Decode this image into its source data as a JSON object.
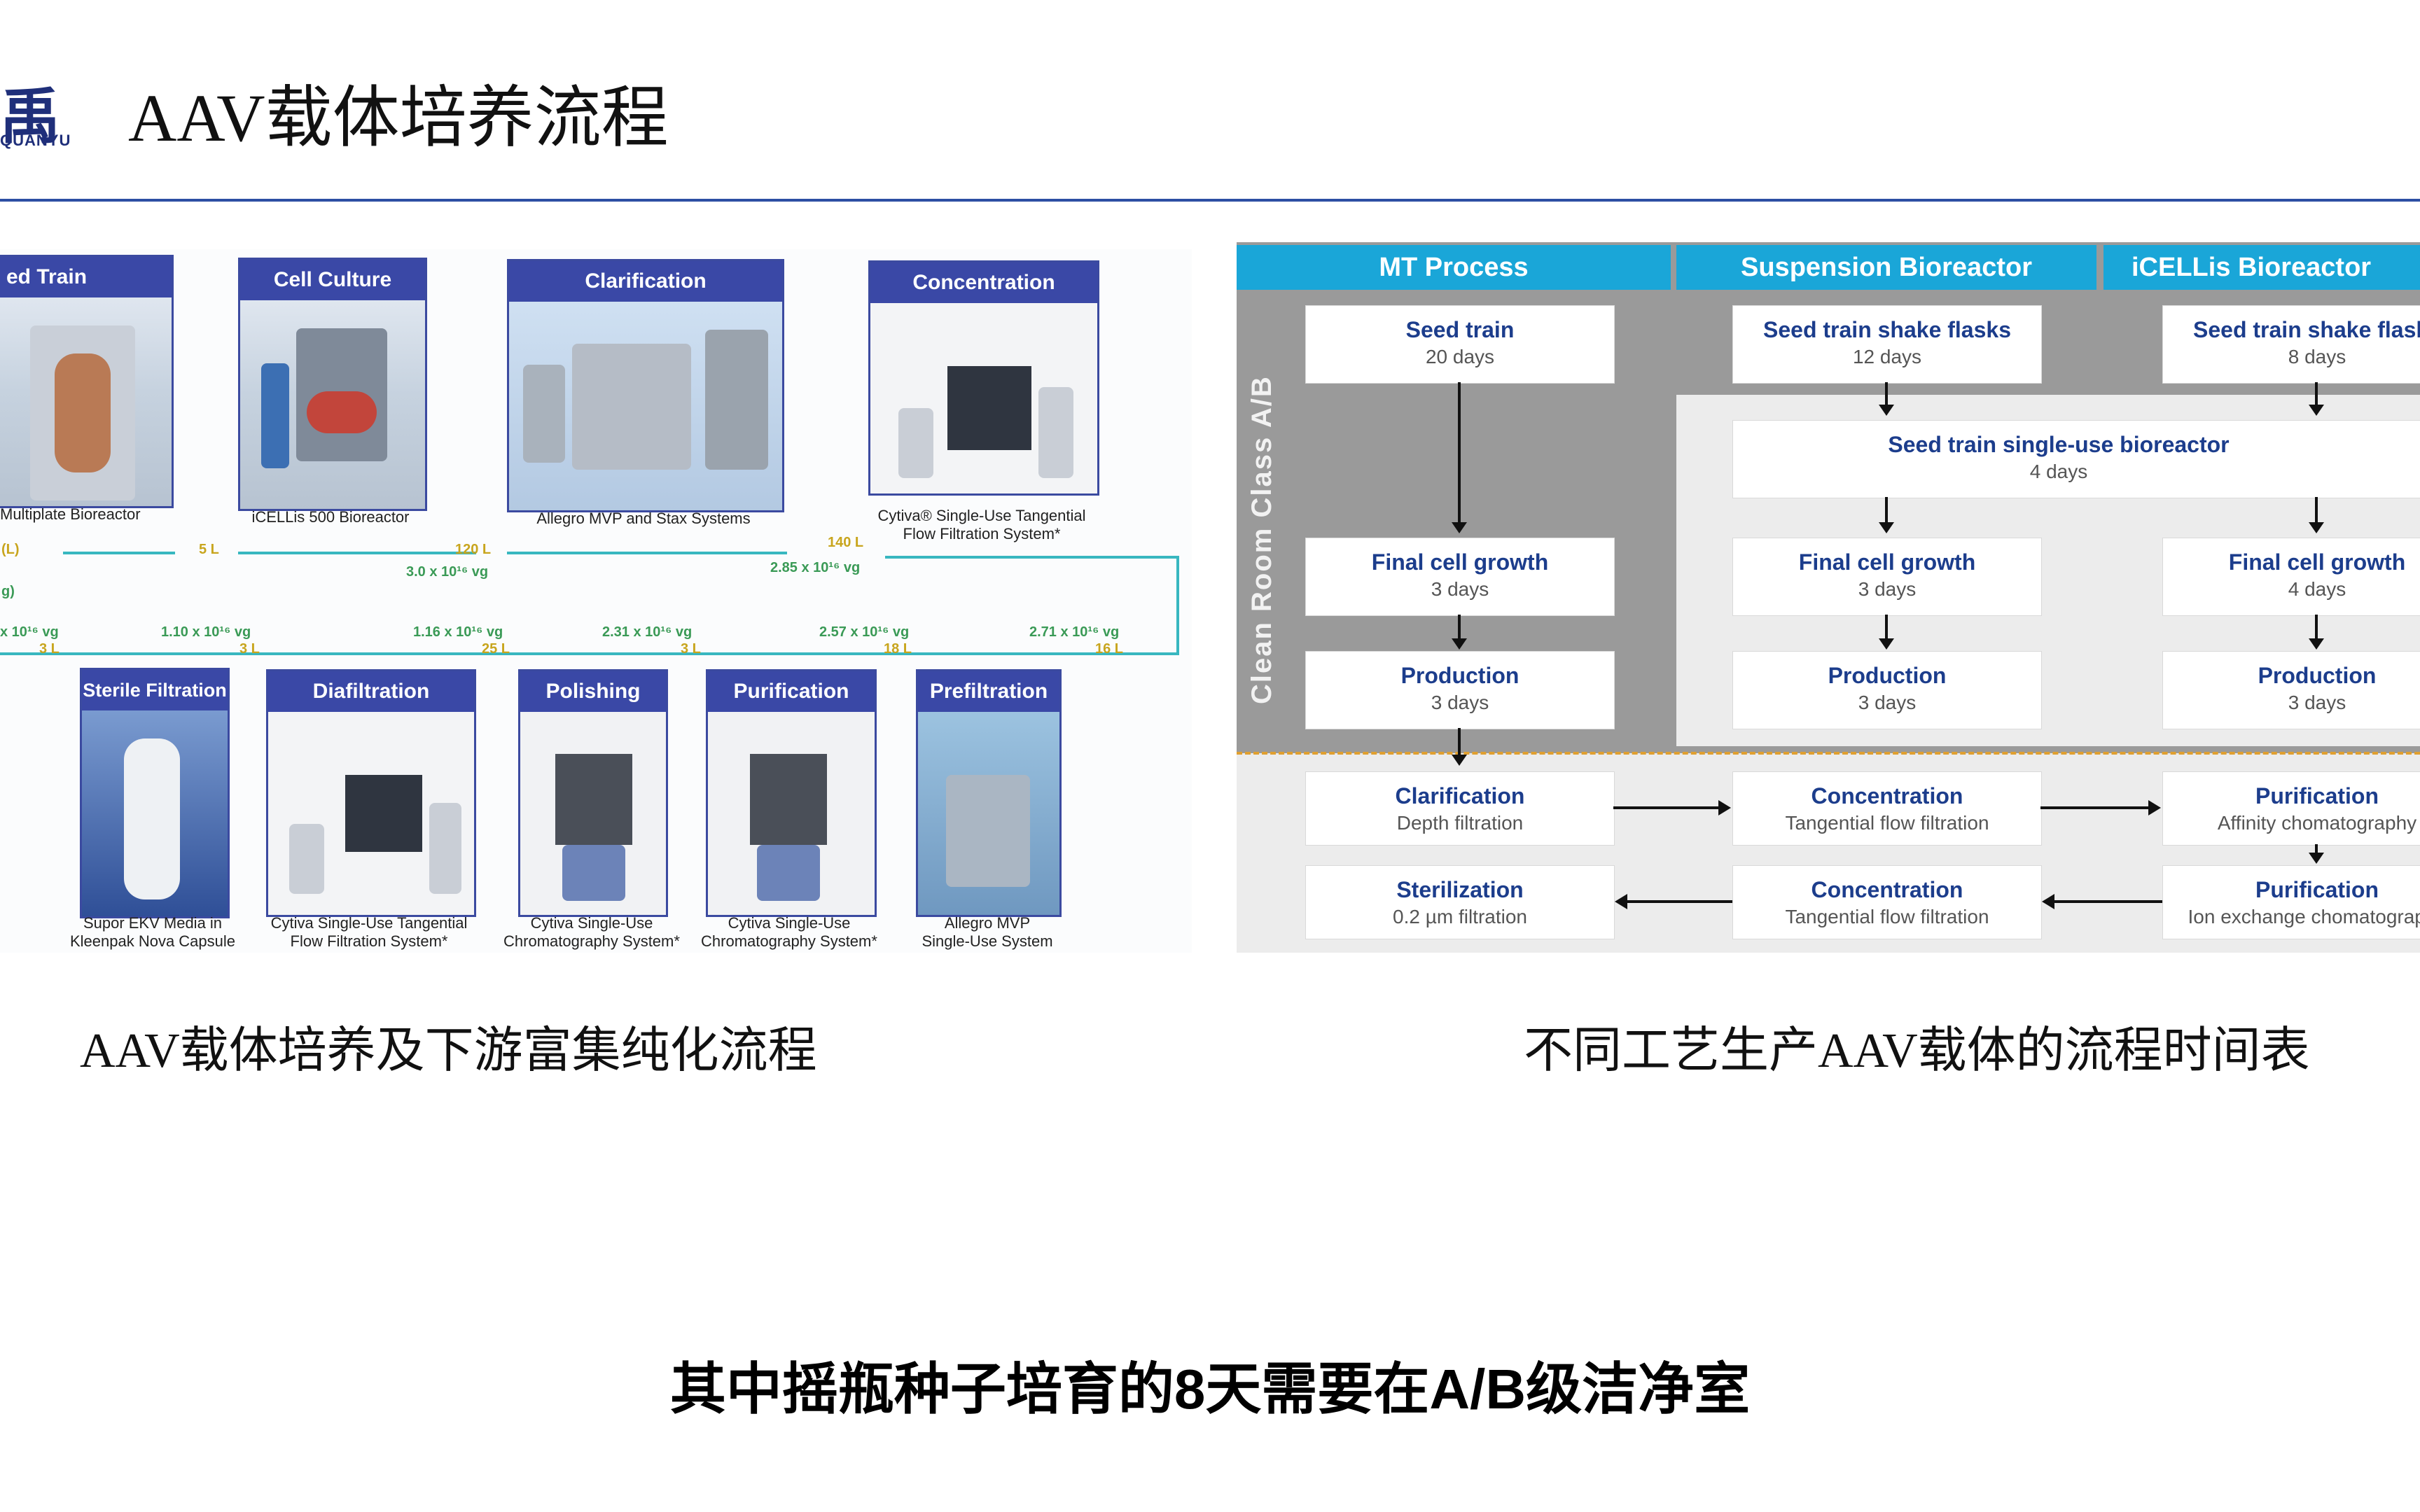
{
  "header": {
    "logo_text": "禹",
    "logo_sub": "QUANYU",
    "title": "AAV载体培养流程"
  },
  "left_figure": {
    "top_boxes": [
      {
        "label": "ed Train",
        "caption": "Multiplate Bioreactor"
      },
      {
        "label": "Cell Culture",
        "caption": "iCELLis 500 Bioreactor"
      },
      {
        "label": "Clarification",
        "caption": "Allegro MVP and Stax Systems"
      },
      {
        "label": "Concentration",
        "caption_1": "Cytiva® Single-Use Tangential",
        "caption_2": "Flow Filtration System*"
      }
    ],
    "bottom_boxes": [
      {
        "label": "Sterile Filtration",
        "caption_1": "Supor EKV Media in",
        "caption_2": "Kleenpak Nova Capsule"
      },
      {
        "label": "Diafiltration",
        "caption_1": "Cytiva Single-Use Tangential",
        "caption_2": "Flow Filtration System*"
      },
      {
        "label": "Polishing",
        "caption_1": "Cytiva Single-Use",
        "caption_2": "Chromatography System*"
      },
      {
        "label": "Purification",
        "caption_1": "Cytiva Single-Use",
        "caption_2": "Chromatography System*"
      },
      {
        "label": "Prefiltration",
        "caption_1": "Allegro MVP",
        "caption_2": "Single-Use System"
      }
    ],
    "flow_top": {
      "l_left": "(L)",
      "g_left": "g)",
      "v5": "5 L",
      "v120": "120 L",
      "vg120": "3.0 x 10¹⁶ vg",
      "v140": "140 L",
      "vg140": "2.85 x 10¹⁶ vg"
    },
    "flow_bottom": {
      "vg_a": "x 10¹⁶ vg",
      "l_a": "3 L",
      "vg_b": "1.10 x 10¹⁶ vg",
      "l_b": "3 L",
      "vg_c": "1.16 x 10¹⁶ vg",
      "l_c": "25 L",
      "vg_d": "2.31 x 10¹⁶ vg",
      "l_d": "3 L",
      "vg_e": "2.57 x 10¹⁶ vg",
      "l_e": "18 L",
      "vg_f": "2.71 x 10¹⁶ vg",
      "l_f": "16 L"
    },
    "caption": "AAV载体培养及下游富集纯化流程"
  },
  "right_figure": {
    "headers": [
      "MT Process",
      "Suspension Bioreactor",
      "iCELLis Bioreactor"
    ],
    "side_label": "Clean Room Class A/B",
    "mt": {
      "seed": {
        "title": "Seed train",
        "sub": "20 days"
      },
      "final": {
        "title": "Final cell growth",
        "sub": "3 days"
      },
      "prod": {
        "title": "Production",
        "sub": "3 days"
      }
    },
    "susp": {
      "seed": {
        "title": "Seed train shake flasks",
        "sub": "12 days"
      },
      "final": {
        "title": "Final cell growth",
        "sub": "3 days"
      },
      "prod": {
        "title": "Production",
        "sub": "3 days"
      }
    },
    "icell": {
      "seed": {
        "title": "Seed train shake flasks",
        "sub": "8 days"
      },
      "final": {
        "title": "Final cell growth",
        "sub": "4 days"
      },
      "prod": {
        "title": "Production",
        "sub": "3 days"
      }
    },
    "shared_seed": {
      "title": "Seed train single-use bioreactor",
      "sub": "4 days"
    },
    "down": {
      "clar": {
        "title": "Clarification",
        "sub": "Depth filtration"
      },
      "conc1": {
        "title": "Concentration",
        "sub": "Tangential flow filtration"
      },
      "puri1": {
        "title": "Purification",
        "sub": "Affinity chomatography"
      },
      "ster": {
        "title": "Sterilization",
        "sub": "0.2 µm filtration"
      },
      "conc2": {
        "title": "Concentration",
        "sub": "Tangential flow filtration"
      },
      "puri2": {
        "title": "Purification",
        "sub": "Ion exchange chomatography"
      }
    },
    "caption": "不同工艺生产AAV载体的流程时间表"
  },
  "subtitle": "其中摇瓶种子培育的8天需要在A/B级洁净室",
  "colors": {
    "brand": "#1f2f7a",
    "rule": "#2d4fa3",
    "box_header_left": "#3a48a6",
    "box_header_right": "#1aa6d8",
    "flow_line": "#38b7c0",
    "volume_label": "#c8a51d",
    "titer_label": "#3a9a56",
    "clean_room": "#9a9a9a"
  }
}
